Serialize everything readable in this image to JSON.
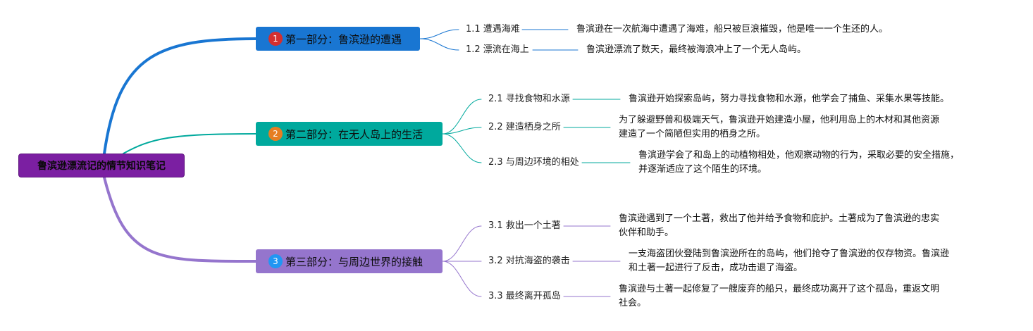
{
  "root": {
    "label": "鲁滨逊漂流记的情节知识笔记"
  },
  "colors": {
    "root": "#7b1fa2",
    "branch1": "#1976d2",
    "branch2": "#00a99d",
    "branch3": "#9575cd",
    "badge1": "#d32f2f",
    "badge2": "#e67e22",
    "badge3": "#2196f3"
  },
  "branches": [
    {
      "badge": "1",
      "label": "第一部分：鲁滨逊的遭遇",
      "subs": [
        {
          "label": "1.1 遭遇海难",
          "detail": [
            "鲁滨逊在一次航海中遭遇了海难，船只被巨浪摧毁，他是唯一一个生还的人。"
          ]
        },
        {
          "label": "1.2 漂流在海上",
          "detail": [
            "鲁滨逊漂流了数天，最终被海浪冲上了一个无人岛屿。"
          ]
        }
      ]
    },
    {
      "badge": "2",
      "label": "第二部分：在无人岛上的生活",
      "subs": [
        {
          "label": "2.1 寻找食物和水源",
          "detail": [
            "鲁滨逊开始探索岛屿，努力寻找食物和水源，他学会了捕鱼、采集水果等技能。"
          ]
        },
        {
          "label": "2.2 建造栖身之所",
          "detail": [
            "为了躲避野兽和极端天气，鲁滨逊开始建造小屋，他利用岛上的木材和其他资源",
            "建造了一个简陋但实用的栖身之所。"
          ]
        },
        {
          "label": "2.3 与周边环境的相处",
          "detail": [
            "鲁滨逊学会了和岛上的动植物相处，他观察动物的行为，采取必要的安全措施，",
            "并逐渐适应了这个陌生的环境。"
          ]
        }
      ]
    },
    {
      "badge": "3",
      "label": "第三部分：与周边世界的接触",
      "subs": [
        {
          "label": "3.1 救出一个土著",
          "detail": [
            "鲁滨逊遇到了一个土著，救出了他并给予食物和庇护。土著成为了鲁滨逊的忠实",
            "伙伴和助手。"
          ]
        },
        {
          "label": "3.2 对抗海盗的袭击",
          "detail": [
            "一支海盗团伙登陆到鲁滨逊所在的岛屿，他们抢夺了鲁滨逊的仅存物资。鲁滨逊",
            "和土著一起进行了反击，成功击退了海盗。"
          ]
        },
        {
          "label": "3.3 最终离开孤岛",
          "detail": [
            "鲁滨逊与土著一起修复了一艘废弃的船只，最终成功离开了这个孤岛，重返文明",
            "社会。"
          ]
        }
      ]
    }
  ]
}
